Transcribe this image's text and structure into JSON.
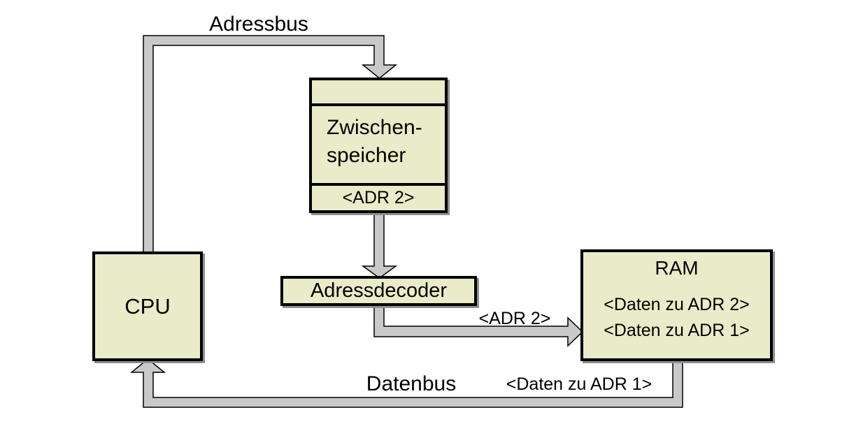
{
  "diagram": {
    "title": "CPU / RAM Adressierung Diagramm",
    "colors": {
      "background": "#ffffff",
      "box_fill": "#EAEBC8",
      "box_border": "#000000",
      "box_shadow": "#8f8f8f",
      "bus_fill": "#C9C9C9",
      "bus_outline": "#000000",
      "text": "#000000"
    },
    "nodes": {
      "cpu": {
        "label": "CPU"
      },
      "buffer": {
        "title_line1": "Zwischen-",
        "title_line2": "speicher",
        "slot": "<ADR 2>"
      },
      "decoder": {
        "label": "Adressdecoder"
      },
      "ram": {
        "label": "RAM",
        "row1": "<Daten zu ADR 2>",
        "row2": "<Daten zu ADR 1>"
      }
    },
    "bus_labels": {
      "address_bus": "Adressbus",
      "data_bus": "Datenbus",
      "adr2": "<ADR 2>",
      "daten_adr1": "<Daten zu ADR 1>"
    },
    "connections": [
      {
        "name": "address-bus",
        "from": "cpu",
        "to": "buffer",
        "label": "Adressbus"
      },
      {
        "name": "buffer-to-decoder",
        "from": "buffer",
        "to": "decoder",
        "label": ""
      },
      {
        "name": "decoder-to-ram",
        "from": "decoder",
        "to": "ram",
        "label": "<ADR 2>"
      },
      {
        "name": "data-bus",
        "from": "ram",
        "to": "cpu",
        "label": "Datenbus <Daten zu ADR 1>"
      }
    ]
  }
}
